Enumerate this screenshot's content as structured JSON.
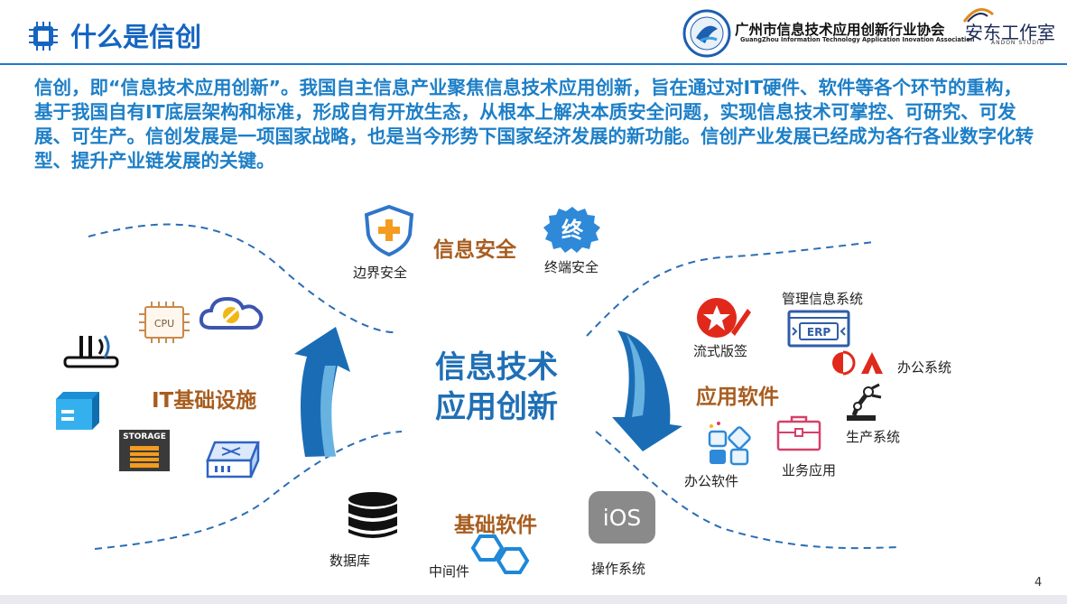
{
  "header": {
    "title": "什么是信创",
    "association": {
      "name_cn": "广州市信息技术应用创新行业协会",
      "name_en": "GuangZhou Information Technology Application Inovation Association"
    },
    "studio": {
      "name": "安东工作室",
      "name_en": "ANDON STUDIO"
    }
  },
  "intro": "信创，即“信息技术应用创新”。我国自主信息产业聚焦信息技术应用创新，旨在通过对IT硬件、软件等各个环节的重构，基于我国自有IT底层架构和标准，形成自有开放生态，从根本上解决本质安全问题，实现信息技术可掌控、可研究、可发展、可生产。信创发展是一项国家战略，也是当今形势下国家经济发展的新功能。信创产业发展已经成为各行各业数字化转型、提升产业链发展的关键。",
  "center": {
    "line1": "信息技术",
    "line2": "应用创新"
  },
  "security": {
    "title": "信息安全",
    "items": [
      {
        "label": "边界安全",
        "icon": "shield-plus-icon"
      },
      {
        "label": "终端安全",
        "icon": "terminal-badge-icon",
        "badge_text": "终"
      }
    ]
  },
  "infrastructure": {
    "title": "IT基础设施",
    "icons": [
      "cpu-icon",
      "cloud-icon",
      "router-icon",
      "server-icon",
      "storage-icon",
      "switch-icon"
    ],
    "cpu_text": "CPU",
    "storage_text": "STORAGE"
  },
  "application": {
    "title": "应用软件",
    "items": [
      {
        "label": "管理信息系统",
        "icon": "erp-icon",
        "icon_text": "ERP"
      },
      {
        "label": "流式版签",
        "icon": "signature-icon"
      },
      {
        "label": "办公系统",
        "icon": "oa-logo-icon",
        "icon_text": "OA"
      },
      {
        "label": "生产系统",
        "icon": "robot-arm-icon"
      },
      {
        "label": "办公软件",
        "icon": "app-grid-icon"
      },
      {
        "label": "业务应用",
        "icon": "briefcase-icon"
      }
    ]
  },
  "basic_software": {
    "title": "基础软件",
    "items": [
      {
        "label": "数据库",
        "icon": "database-icon"
      },
      {
        "label": "中间件",
        "icon": "middleware-icon"
      },
      {
        "label": "操作系统",
        "icon": "ios-icon",
        "icon_text": "iOS"
      }
    ]
  },
  "page_number": "4",
  "colors": {
    "title_blue": "#1565c0",
    "intro_blue": "#1d7fc7",
    "category_brown": "#a85d1f",
    "arrow_blue": "#1a6db5",
    "dash_blue": "#2a6db5",
    "red": "#e0291b",
    "pink": "#d6406a"
  }
}
